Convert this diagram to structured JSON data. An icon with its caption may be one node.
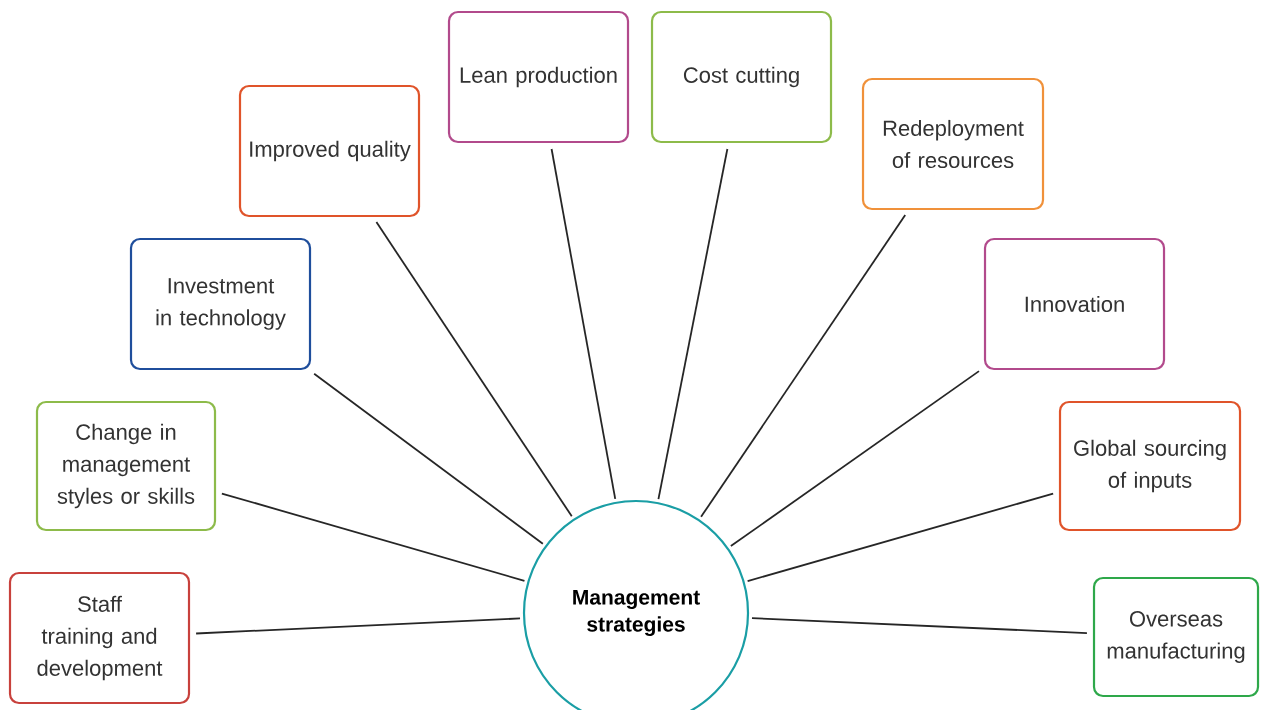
{
  "diagram": {
    "nodes": [
      {
        "text": [
          "Management strategies"
        ]
      },
      {
        "text": [
          "Staff training and development"
        ]
      },
      {
        "text": [
          "Change in management styles or skills"
        ]
      },
      {
        "text": [
          "Investment in technology"
        ]
      },
      {
        "text": [
          "Improved quality"
        ]
      },
      {
        "text": [
          "Lean production"
        ]
      },
      {
        "text": [
          "Cost cutting"
        ]
      },
      {
        "text": [
          "Redeployment of resources"
        ]
      },
      {
        "text": [
          "Innovation"
        ]
      },
      {
        "text": [
          "Global sourcing of inputs"
        ]
      },
      {
        "text": [
          "Overseas manufacturing"
        ]
      }
    ],
    "edges": [
      {
        "from": 0,
        "to": 1,
        "arrow": "none"
      },
      {
        "from": 0,
        "to": 2,
        "arrow": "none"
      },
      {
        "from": 0,
        "to": 3,
        "arrow": "none"
      },
      {
        "from": 0,
        "to": 4,
        "arrow": "none"
      },
      {
        "from": 0,
        "to": 5,
        "arrow": "none"
      },
      {
        "from": 0,
        "to": 6,
        "arrow": "none"
      },
      {
        "from": 0,
        "to": 7,
        "arrow": "none"
      },
      {
        "from": 0,
        "to": 8,
        "arrow": "none"
      },
      {
        "from": 0,
        "to": 9,
        "arrow": "none"
      },
      {
        "from": 0,
        "to": 10,
        "arrow": "none"
      }
    ]
  }
}
